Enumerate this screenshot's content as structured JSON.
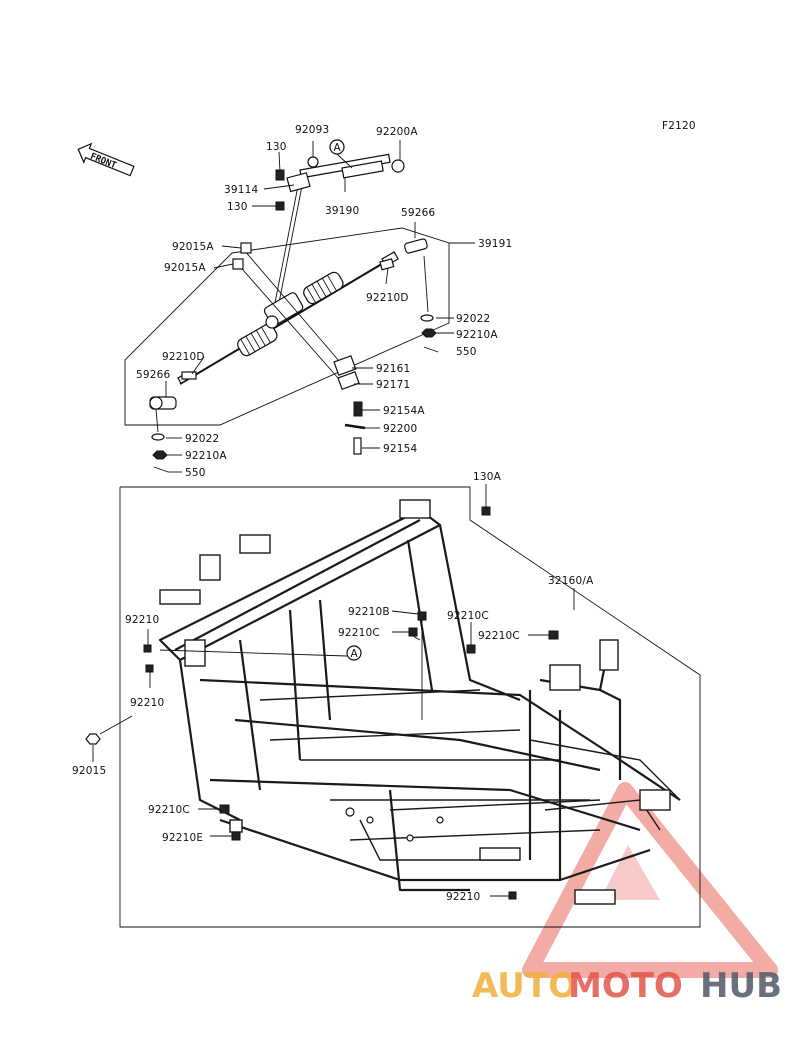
{
  "figure_code": "F2120",
  "front_label": "FRONT",
  "callouts": {
    "c_130_top": "130",
    "c_92093": "92093",
    "c_92200A": "92200A",
    "c_A_top": "A",
    "c_39114": "39114",
    "c_130_bottom": "130",
    "c_39190": "39190",
    "c_59266_r": "59266",
    "c_39191": "39191",
    "c_92015A_1": "92015A",
    "c_92015A_2": "92015A",
    "c_92210D_r": "92210D",
    "c_92022_r": "92022",
    "c_92210A_r": "92210A",
    "c_550_r": "550",
    "c_92210D_l": "92210D",
    "c_59266_l": "59266",
    "c_92161": "92161",
    "c_92171": "92171",
    "c_92154A": "92154A",
    "c_92200": "92200",
    "c_92022_l": "92022",
    "c_92154": "92154",
    "c_92210A_l": "92210A",
    "c_550_l": "550",
    "c_130A": "130A",
    "c_32160A": "32160/A",
    "c_92210B": "92210B",
    "c_92210C_1": "92210C",
    "c_92210C_2": "92210C",
    "c_92210C_3": "92210C",
    "c_A_frame": "A",
    "c_92210_1": "92210",
    "c_92210_2": "92210",
    "c_92015": "92015",
    "c_92210C_4": "92210C",
    "c_92210E": "92210E",
    "c_92210_3": "92210"
  },
  "watermark": {
    "part1": "AUTO",
    "part2": "MOTO",
    "part3": "HUB",
    "colors": {
      "auto": "#f0b03a",
      "moto": "#e2554a",
      "hub": "#505a66"
    }
  }
}
